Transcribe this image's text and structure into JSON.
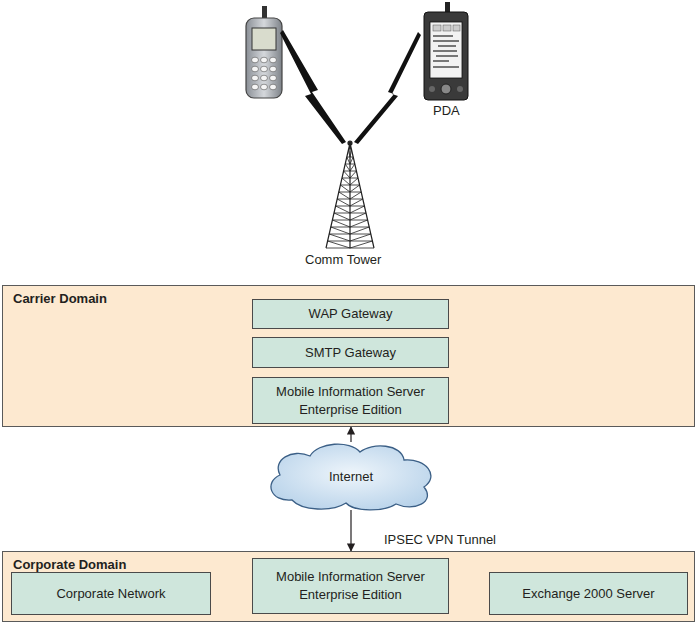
{
  "diagram": {
    "nodes": [
      {
        "text": [
          "Carrier Domain"
        ]
      },
      {
        "text": [
          "WAP Gateway"
        ],
        "in": 0
      },
      {
        "text": [
          "SMTP Gateway"
        ],
        "in": 0
      },
      {
        "text": [
          "Mobile Information Server Enterprise Edition"
        ],
        "in": 0
      },
      {
        "text": [
          "Internet"
        ]
      },
      {
        "text": [
          "Corporate Domain"
        ]
      },
      {
        "text": [
          "Corporate Network"
        ],
        "in": 5
      },
      {
        "text": [
          "Mobile Information Server Enterprise Edition"
        ],
        "in": 5
      },
      {
        "text": [
          "Exchange 2000 Server"
        ],
        "in": 5
      }
    ],
    "edges": [
      {
        "from": 4,
        "to": 0,
        "arrow": "to"
      },
      {
        "from": 4,
        "to": 5,
        "arrow": "to"
      },
      {
        "from": 6,
        "to": 7,
        "arrow": "both"
      },
      {
        "from": 7,
        "to": 8,
        "arrow": "both"
      }
    ],
    "labels": [
      "PDA",
      "Comm Tower",
      "IPSEC VPN Tunnel"
    ]
  }
}
